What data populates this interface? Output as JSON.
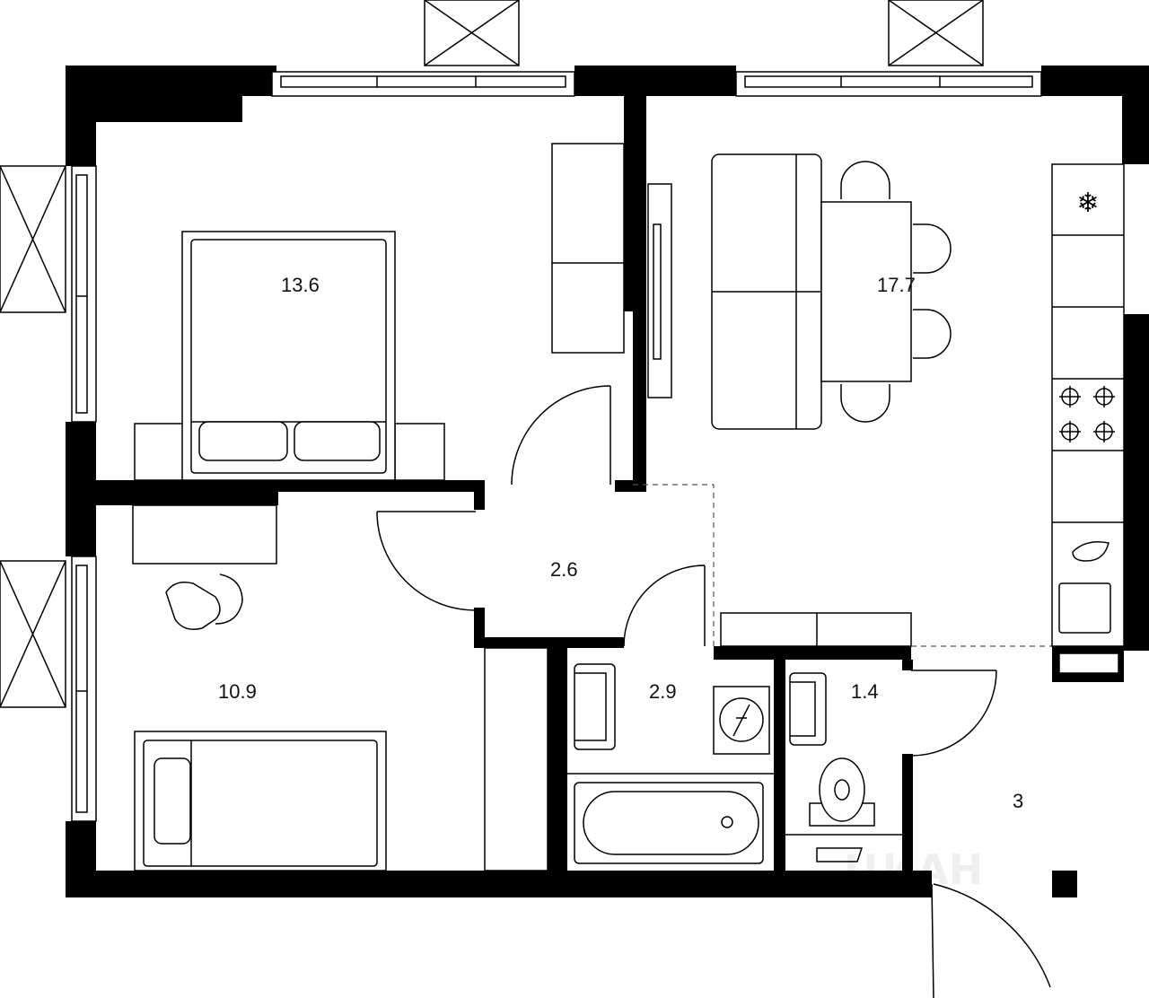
{
  "plan": {
    "rooms": [
      {
        "id": "bedroom-1",
        "area": "13.6"
      },
      {
        "id": "living-kitchen",
        "area": "17.7"
      },
      {
        "id": "hall",
        "area": "2.6"
      },
      {
        "id": "bedroom-2",
        "area": "10.9"
      },
      {
        "id": "bathroom",
        "area": "2.9"
      },
      {
        "id": "toilet",
        "area": "1.4"
      },
      {
        "id": "entrance",
        "area": "3"
      }
    ],
    "watermark": "ЦИАН",
    "colors": {
      "wall": "#000000",
      "background": "#ffffff"
    }
  }
}
